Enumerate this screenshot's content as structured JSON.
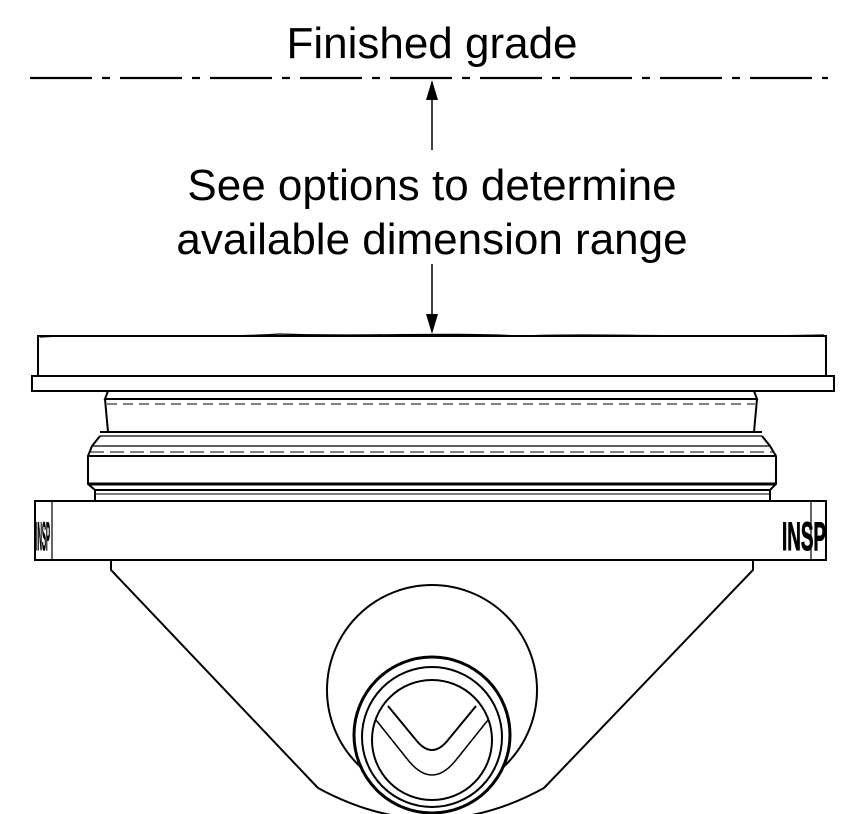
{
  "labels": {
    "finished_grade": "Finished grade",
    "note_line1": "See options to determine",
    "note_line2": "available dimension range"
  },
  "body_stamps": {
    "left": "INSP",
    "right": "INSP"
  },
  "colors": {
    "ink": "#000000",
    "paper": "#ffffff"
  }
}
